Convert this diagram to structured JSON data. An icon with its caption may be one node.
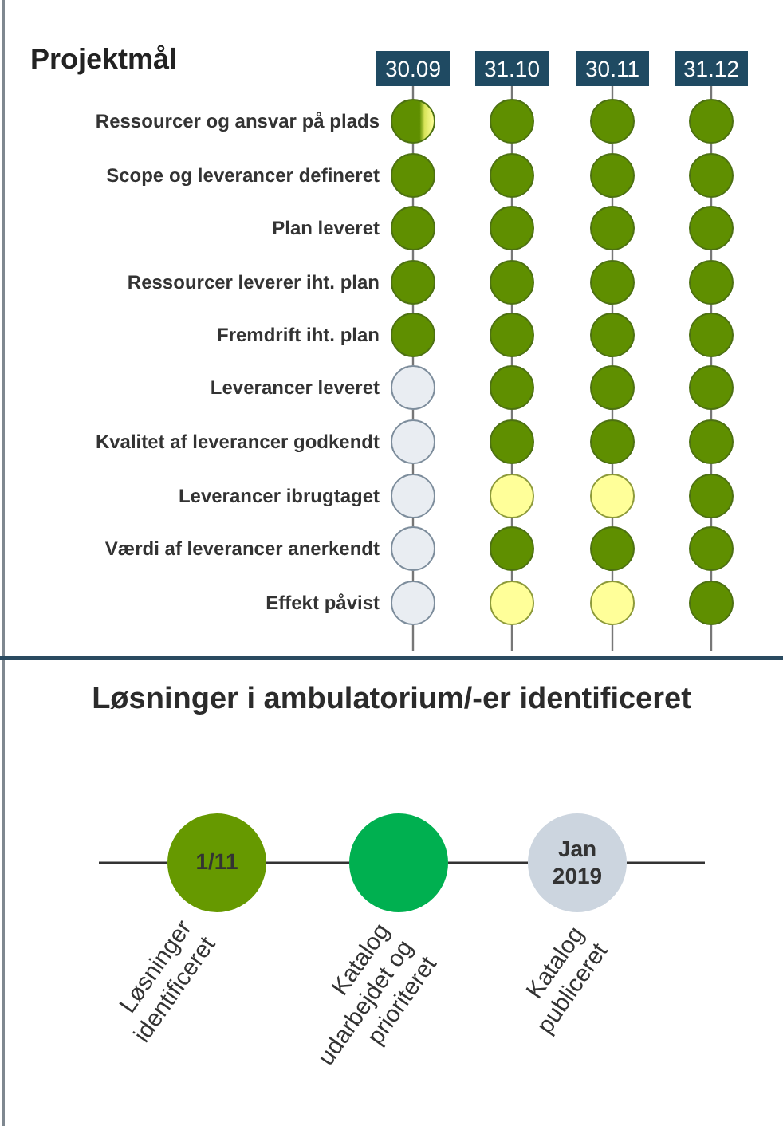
{
  "diagram": {
    "title": "Projektmål",
    "nodes": [
      {
        "text": [
          "30.09"
        ]
      },
      {
        "text": [
          "31.10"
        ]
      },
      {
        "text": [
          "30.11"
        ]
      },
      {
        "text": [
          "31.12"
        ]
      },
      {
        "text": [],
        "shape": "circle"
      },
      {
        "text": [],
        "shape": "circle"
      },
      {
        "text": [],
        "shape": "circle"
      },
      {
        "text": [],
        "shape": "circle"
      },
      {
        "text": [],
        "shape": "circle"
      },
      {
        "text": [],
        "shape": "circle"
      },
      {
        "text": [],
        "shape": "circle"
      },
      {
        "text": [],
        "shape": "circle"
      },
      {
        "text": [],
        "shape": "circle"
      },
      {
        "text": [],
        "shape": "circle"
      },
      {
        "text": [],
        "shape": "circle"
      },
      {
        "text": [],
        "shape": "circle"
      },
      {
        "text": [],
        "shape": "circle"
      },
      {
        "text": [],
        "shape": "circle"
      },
      {
        "text": [],
        "shape": "circle"
      },
      {
        "text": [],
        "shape": "circle"
      },
      {
        "text": [],
        "shape": "circle"
      },
      {
        "text": [],
        "shape": "circle"
      },
      {
        "text": [],
        "shape": "circle"
      },
      {
        "text": [],
        "shape": "circle"
      },
      {
        "text": [],
        "shape": "circle"
      },
      {
        "text": [],
        "shape": "circle"
      },
      {
        "text": [],
        "shape": "circle"
      },
      {
        "text": [],
        "shape": "circle"
      },
      {
        "text": [],
        "shape": "circle"
      },
      {
        "text": [],
        "shape": "circle"
      },
      {
        "text": [],
        "shape": "circle"
      },
      {
        "text": [],
        "shape": "circle"
      },
      {
        "text": [],
        "shape": "circle"
      },
      {
        "text": [],
        "shape": "circle"
      },
      {
        "text": [],
        "shape": "circle"
      },
      {
        "text": [],
        "shape": "circle"
      },
      {
        "text": [],
        "shape": "circle"
      },
      {
        "text": [],
        "shape": "circle"
      },
      {
        "text": [],
        "shape": "circle"
      },
      {
        "text": [],
        "shape": "circle"
      },
      {
        "text": [],
        "shape": "circle"
      },
      {
        "text": [],
        "shape": "circle"
      },
      {
        "text": [],
        "shape": "circle"
      },
      {
        "text": [],
        "shape": "circle"
      },
      {
        "text": [
          "1/11"
        ],
        "beside": [
          "Løsninger identificeret"
        ]
      },
      {
        "text": [],
        "shape": "circle",
        "beside": [
          "Katalog udarbejdet og prioriteret"
        ]
      },
      {
        "text": [
          "Jan 2019"
        ],
        "beside": [
          "Katalog publiceret"
        ]
      }
    ],
    "edges": [
      {
        "from": 0,
        "to": 4,
        "arrow": "none"
      },
      {
        "from": 1,
        "to": 5,
        "arrow": "none"
      },
      {
        "from": 2,
        "to": 6,
        "arrow": "none"
      },
      {
        "from": 3,
        "to": 7,
        "arrow": "none"
      },
      {
        "from": 4,
        "to": 8,
        "arrow": "none"
      },
      {
        "from": 5,
        "to": 9,
        "arrow": "none"
      },
      {
        "from": 6,
        "to": 10,
        "arrow": "none"
      },
      {
        "from": 7,
        "to": 11,
        "arrow": "none"
      },
      {
        "from": 8,
        "to": 12,
        "arrow": "none"
      },
      {
        "from": 9,
        "to": 13,
        "arrow": "none"
      },
      {
        "from": 10,
        "to": 14,
        "arrow": "none"
      },
      {
        "from": 11,
        "to": 15,
        "arrow": "none"
      },
      {
        "from": 12,
        "to": 16,
        "arrow": "none"
      },
      {
        "from": 13,
        "to": 17,
        "arrow": "none"
      },
      {
        "from": 14,
        "to": 18,
        "arrow": "none"
      },
      {
        "from": 15,
        "to": 19,
        "arrow": "none"
      },
      {
        "from": 16,
        "to": 20,
        "arrow": "none"
      },
      {
        "from": 17,
        "to": 21,
        "arrow": "none"
      },
      {
        "from": 18,
        "to": 22,
        "arrow": "none"
      },
      {
        "from": 19,
        "to": 23,
        "arrow": "none"
      },
      {
        "from": 20,
        "to": 24,
        "arrow": "none"
      },
      {
        "from": 21,
        "to": 25,
        "arrow": "none"
      },
      {
        "from": 22,
        "to": 26,
        "arrow": "none"
      },
      {
        "from": 23,
        "to": 27,
        "arrow": "none"
      },
      {
        "from": 24,
        "to": 28,
        "arrow": "none"
      },
      {
        "from": 25,
        "to": 29,
        "arrow": "none"
      },
      {
        "from": 26,
        "to": 30,
        "arrow": "none"
      },
      {
        "from": 27,
        "to": 31,
        "arrow": "none"
      },
      {
        "from": 28,
        "to": 32,
        "arrow": "none"
      },
      {
        "from": 29,
        "to": 33,
        "arrow": "none"
      },
      {
        "from": 30,
        "to": 34,
        "arrow": "none"
      },
      {
        "from": 31,
        "to": 35,
        "arrow": "none"
      },
      {
        "from": 32,
        "to": 36,
        "arrow": "none"
      },
      {
        "from": 33,
        "to": 37,
        "arrow": "none"
      },
      {
        "from": 34,
        "to": 38,
        "arrow": "none"
      },
      {
        "from": 35,
        "to": 39,
        "arrow": "none"
      },
      {
        "from": 36,
        "to": 40,
        "arrow": "none"
      },
      {
        "from": 37,
        "to": 41,
        "arrow": "none"
      },
      {
        "from": 38,
        "to": 42,
        "arrow": "none"
      },
      {
        "from": 39,
        "to": 43,
        "arrow": "none"
      },
      {
        "from": 40,
        "to": null,
        "arrow": "none"
      },
      {
        "from": 41,
        "to": null,
        "arrow": "none"
      },
      {
        "from": 42,
        "to": null,
        "arrow": "none"
      },
      {
        "from": 43,
        "to": null,
        "arrow": "none"
      },
      {
        "from": null,
        "to": 44,
        "arrow": "none"
      },
      {
        "from": 44,
        "to": 45,
        "arrow": "none"
      },
      {
        "from": 45,
        "to": 46,
        "arrow": "none"
      },
      {
        "from": 46,
        "to": null,
        "arrow": "none"
      }
    ],
    "labels": [
      "Ressourcer og ansvar på plads",
      "Scope og leverancer defineret",
      "Plan leveret",
      "Ressourcer leverer iht. plan",
      "Fremdrift iht. plan",
      "Leverancer leveret",
      "Kvalitet af leverancer godkendt",
      "Leverancer ibrugtaget",
      "Værdi af leverancer anerkendt",
      "Effekt påvist",
      "Løsninger i ambulatorium/-er identificeret"
    ]
  }
}
